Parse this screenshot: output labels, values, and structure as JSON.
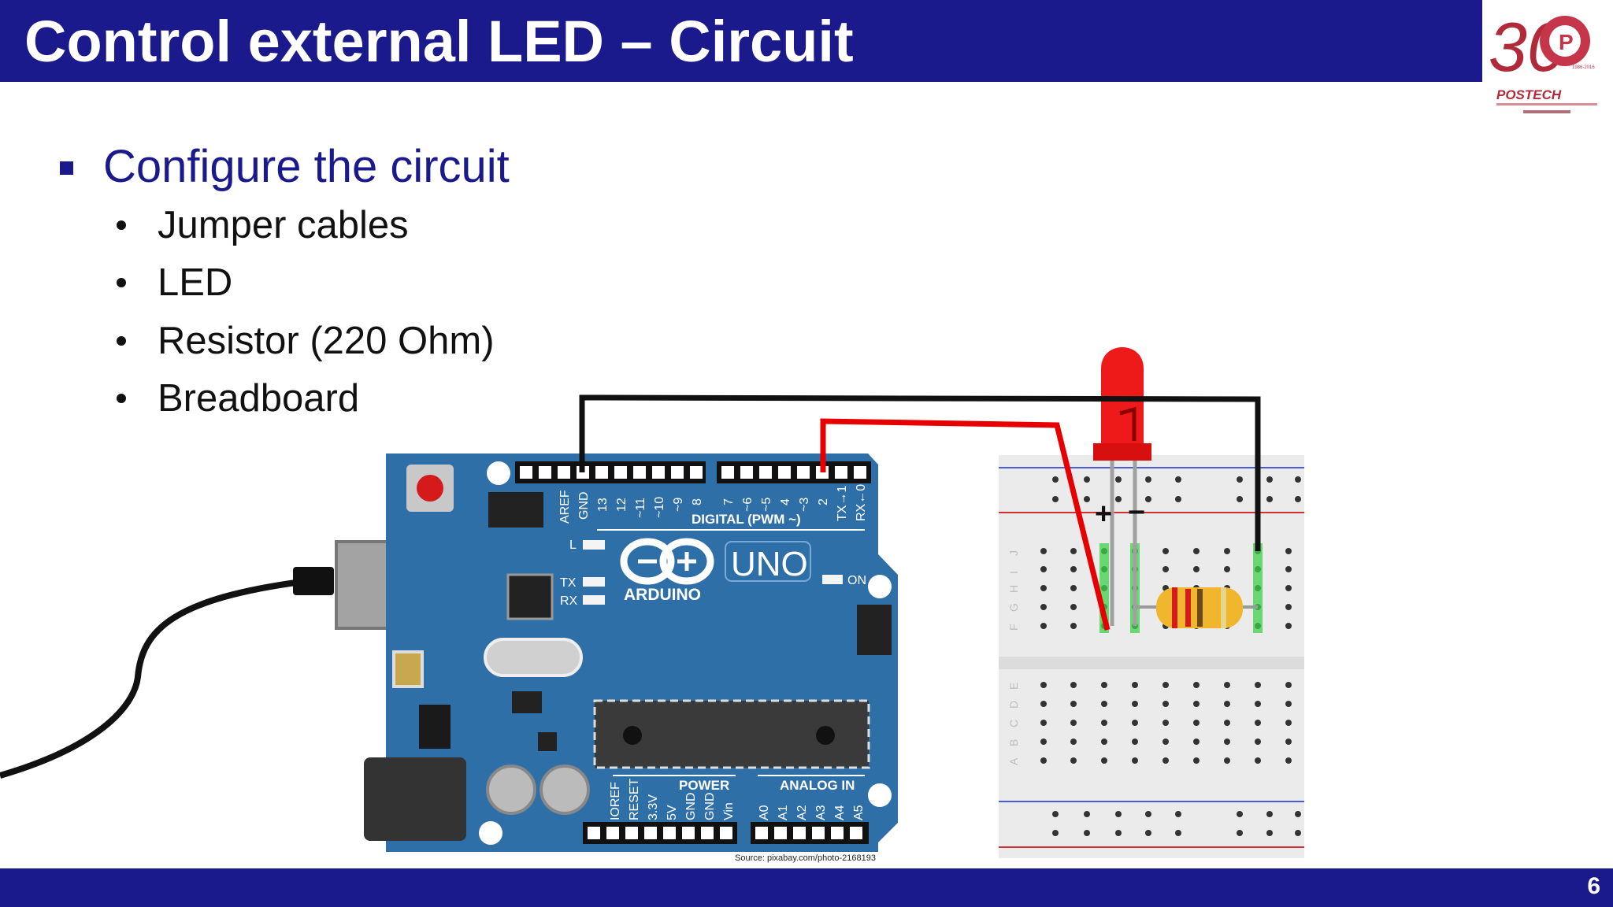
{
  "slide": {
    "title": "Control external LED – Circuit",
    "page_number": "6",
    "source": "Source: pixabay.com/photo-2168193"
  },
  "logo": {
    "number": "30",
    "badge_letter": "P",
    "brand": "POSTECH",
    "years": "1986-2016"
  },
  "bullets": {
    "heading": "Configure the circuit",
    "items": [
      "Jumper cables",
      "LED",
      "Resistor (220 Ohm)",
      "Breadboard"
    ]
  },
  "arduino": {
    "top_pins_left": [
      "AREF",
      "GND",
      "13",
      "12",
      "~11",
      "~10",
      "~9",
      "8"
    ],
    "top_pins_right": [
      "7",
      "~6",
      "~5",
      "4",
      "~3",
      "2",
      "TX→1",
      "RX←0"
    ],
    "digital_label": "DIGITAL (PWM ~)",
    "brand": "ARDUINO",
    "model": "UNO",
    "led_l": "L",
    "led_tx": "TX",
    "led_rx": "RX",
    "led_on": "ON",
    "power_label": "POWER",
    "analog_label": "ANALOG IN",
    "power_pins": [
      "IOREF",
      "RESET",
      "3.3V",
      "5V",
      "GND",
      "GND",
      "Vin"
    ],
    "analog_pins": [
      "A0",
      "A1",
      "A2",
      "A3",
      "A4",
      "A5"
    ]
  },
  "breadboard": {
    "plus_label": "+",
    "minus_label": "−",
    "row_letters_top": [
      "J",
      "I",
      "H",
      "G",
      "F"
    ],
    "row_letters_bottom": [
      "E",
      "D",
      "C",
      "B",
      "A"
    ]
  },
  "colors": {
    "header": "#1a1a8c",
    "board": "#2f6fa8",
    "wire_red": "#e60000",
    "wire_black": "#111111",
    "led": "#e01010"
  }
}
